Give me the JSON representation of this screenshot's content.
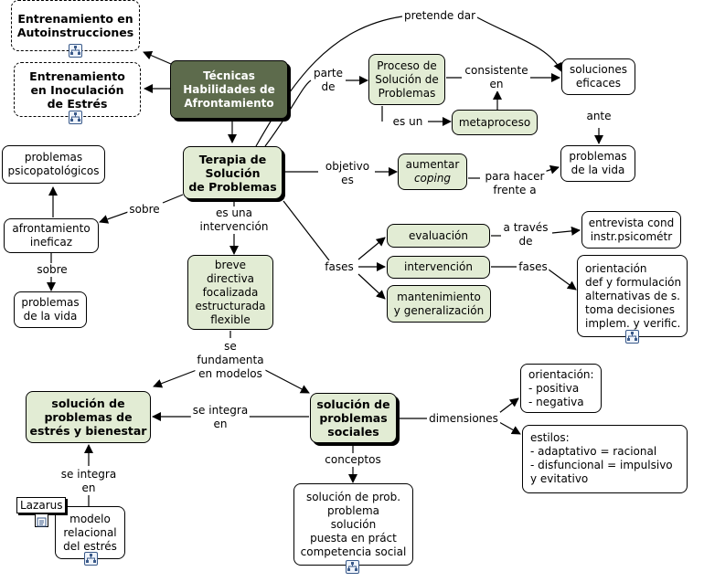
{
  "nodes": {
    "tecnicas": "Técnicas\nHabilidades de\nAfrontamiento",
    "autoinstrucciones": "Entrenamiento en\nAutoinstrucciones",
    "inoculacion": "Entrenamiento\nen Inoculación\nde Estrés",
    "proceso": "Proceso de\nSolución de\nProblemas",
    "metaproceso": "metaproceso",
    "soluciones": "soluciones\neficaces",
    "terapia": "Terapia de\nSolución\nde Problemas",
    "aumentar_line1": "aumentar",
    "aumentar_line2": "coping",
    "problemas_vida_top": "problemas\nde la vida",
    "problemas_psico": "problemas\npsicopatológicos",
    "afrontamiento": "afrontamiento\nineficaz",
    "problemas_vida_left": "problemas\nde la vida",
    "breve": "breve\ndirectiva\nfocalizada\nestructurada\nflexible",
    "evaluacion": "evaluación",
    "intervencion": "intervención",
    "mantenimiento": "mantenimiento\ny generalización",
    "entrevista": "entrevista cond\ninstr.psicométr",
    "orientacion_def": "orientación\ndef y formulación\nalternativas de s.\ntoma decisiones\nimplem. y verific.",
    "solucion_estres": "solución de\nproblemas de\nestrés y bienestar",
    "solucion_sociales": "solución de\nproblemas\nsociales",
    "orientacion_pos": "orientación:\n- positiva\n- negativa",
    "estilos": "estilos:\n- adaptativo   =  racional\n- disfuncional = impulsivo\n                      y evitativo",
    "modelo": "modelo\nrelacional\ndel estrés",
    "conceptos_list": "solución de prob.\nproblema\nsolución\npuesta en práct\ncompetencia social",
    "lazarus": "Lazarus"
  },
  "links": {
    "pretende_dar": "pretende dar",
    "parte_de": "parte\nde",
    "consistente_en": "consistente\nen",
    "es_un": "es un",
    "ante": "ante",
    "objetivo_es": "objetivo\nes",
    "para_hacer": "para hacer\nfrente a",
    "sobre1": "sobre",
    "sobre2": "sobre",
    "es_una": "es una\nintervención",
    "fases": "fases",
    "a_traves": "a través\nde",
    "fases2": "fases",
    "se_fundamenta": "se\nfundamenta\nen modelos",
    "se_integra_en": "se integra\nen",
    "dimensiones": "dimensiones",
    "conceptos": "conceptos",
    "se_integra_en2": "se integra\nen"
  }
}
